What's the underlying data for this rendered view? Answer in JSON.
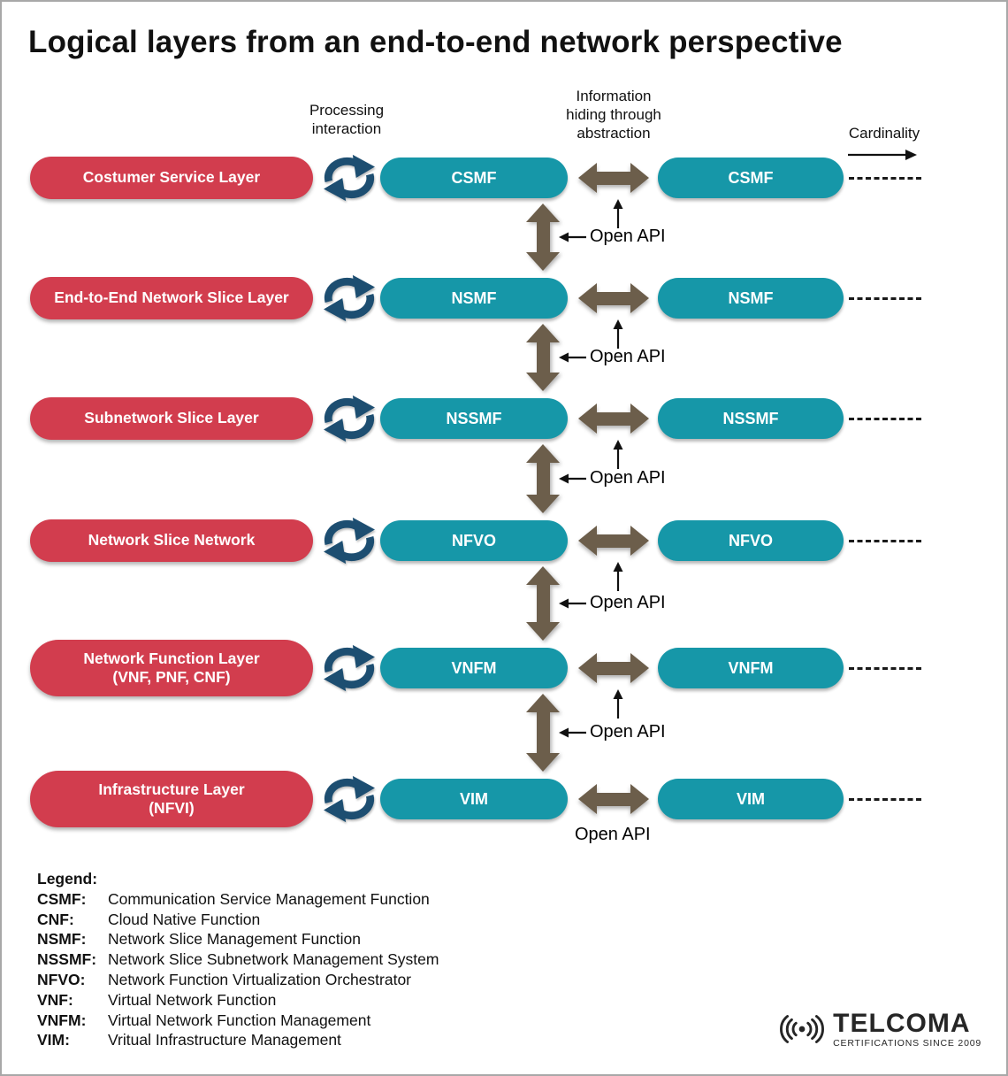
{
  "title": "Logical layers from an end-to-end network perspective",
  "headers": {
    "processing": "Processing\ninteraction",
    "abstraction": "Information\nhiding through\nabstraction",
    "cardinality": "Cardinality"
  },
  "open_api_label": "Open API",
  "rows": [
    {
      "layer": "Costumer Service Layer",
      "layer_line2": "",
      "function": "CSMF"
    },
    {
      "layer": "End-to-End Network Slice Layer",
      "layer_line2": "",
      "function": "NSMF"
    },
    {
      "layer": "Subnetwork Slice Layer",
      "layer_line2": "",
      "function": "NSSMF"
    },
    {
      "layer": "Network Slice Network",
      "layer_line2": "",
      "function": "NFVO"
    },
    {
      "layer": "Network Function Layer",
      "layer_line2": "(VNF, PNF, CNF)",
      "function": "VNFM"
    },
    {
      "layer": "Infrastructure Layer",
      "layer_line2": "(NFVI)",
      "function": "VIM"
    }
  ],
  "legend": {
    "title": "Legend:",
    "entries": [
      {
        "term": "CSMF:",
        "definition": "Communication Service Management Function"
      },
      {
        "term": "CNF:",
        "definition": "Cloud Native Function"
      },
      {
        "term": "NSMF:",
        "definition": "Network Slice Management Function"
      },
      {
        "term": "NSSMF:",
        "definition": "Network Slice Subnetwork Management System"
      },
      {
        "term": "NFVO:",
        "definition": "Network Function Virtualization Orchestrator"
      },
      {
        "term": "VNF:",
        "definition": "Virtual Network Function"
      },
      {
        "term": "VNFM:",
        "definition": "Virtual Network Function Management"
      },
      {
        "term": "VIM:",
        "definition": "Vritual Infrastructure Management"
      }
    ]
  },
  "logo": {
    "name": "TELCOMA",
    "tagline": "CERTIFICATIONS SINCE 2009"
  },
  "colors": {
    "layer_pill_red": "#d23d4e",
    "function_pill_teal": "#1697a8",
    "cycle_icon_navy": "#1d4e71",
    "api_arrow_brown": "#6c5e4b",
    "text_black": "#1a1a1a"
  }
}
